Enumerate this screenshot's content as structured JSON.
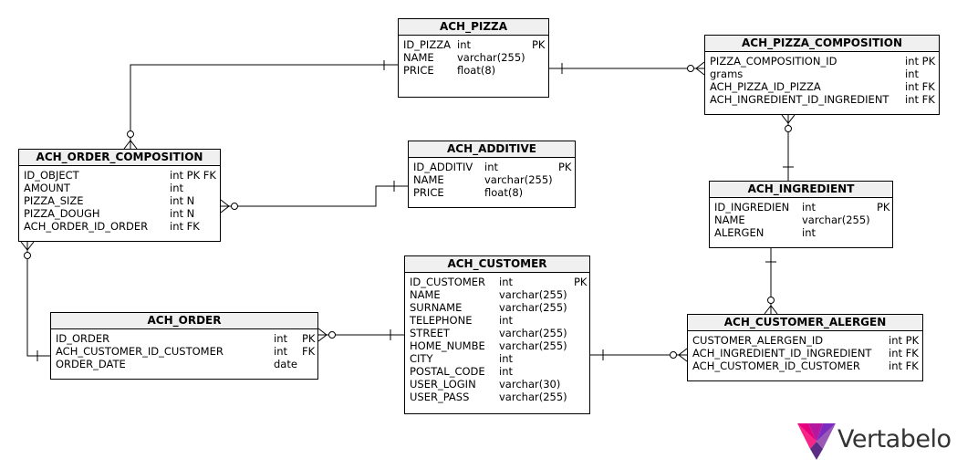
{
  "tables": {
    "ach_pizza": {
      "title": "ACH_PIZZA",
      "rows": [
        {
          "name": "ID_PIZZA",
          "type": "int",
          "key": "PK"
        },
        {
          "name": "NAME",
          "type": "varchar(255)",
          "key": ""
        },
        {
          "name": "PRICE",
          "type": "float(8)",
          "key": ""
        }
      ]
    },
    "ach_pizza_composition": {
      "title": "ACH_PIZZA_COMPOSITION",
      "rows": [
        {
          "name": "PIZZA_COMPOSITION_ID",
          "type": "int PK",
          "key": ""
        },
        {
          "name": "grams",
          "type": "int",
          "key": ""
        },
        {
          "name": "ACH_PIZZA_ID_PIZZA",
          "type": "int FK",
          "key": ""
        },
        {
          "name": "ACH_INGREDIENT_ID_INGREDIENT",
          "type": "int FK",
          "key": ""
        }
      ]
    },
    "ach_order_composition": {
      "title": "ACH_ORDER_COMPOSITION",
      "rows": [
        {
          "name": "ID_OBJECT",
          "type": "int PK FK",
          "key": ""
        },
        {
          "name": "AMOUNT",
          "type": "int",
          "key": ""
        },
        {
          "name": "PIZZA_SIZE",
          "type": "int N",
          "key": ""
        },
        {
          "name": "PIZZA_DOUGH",
          "type": "int N",
          "key": ""
        },
        {
          "name": "ACH_ORDER_ID_ORDER",
          "type": "int FK",
          "key": ""
        }
      ]
    },
    "ach_additive": {
      "title": "ACH_ADDITIVE",
      "rows": [
        {
          "name": "ID_ADDITIV",
          "type": "int",
          "key": "PK"
        },
        {
          "name": "NAME",
          "type": "varchar(255)",
          "key": ""
        },
        {
          "name": "PRICE",
          "type": "float(8)",
          "key": ""
        }
      ]
    },
    "ach_ingredient": {
      "title": "ACH_INGREDIENT",
      "rows": [
        {
          "name": "ID_INGREDIEN",
          "type": "int",
          "key": "PK"
        },
        {
          "name": "NAME",
          "type": "varchar(255)",
          "key": ""
        },
        {
          "name": "ALERGEN",
          "type": "int",
          "key": ""
        }
      ]
    },
    "ach_customer": {
      "title": "ACH_CUSTOMER",
      "rows": [
        {
          "name": "ID_CUSTOMER",
          "type": "int",
          "key": "PK"
        },
        {
          "name": "NAME",
          "type": "varchar(255)",
          "key": ""
        },
        {
          "name": "SURNAME",
          "type": "varchar(255)",
          "key": ""
        },
        {
          "name": "TELEPHONE",
          "type": "int",
          "key": ""
        },
        {
          "name": "STREET",
          "type": "varchar(255)",
          "key": ""
        },
        {
          "name": "HOME_NUMBE",
          "type": "varchar(255)",
          "key": ""
        },
        {
          "name": "CITY",
          "type": "int",
          "key": ""
        },
        {
          "name": "POSTAL_CODE",
          "type": "int",
          "key": ""
        },
        {
          "name": "USER_LOGIN",
          "type": "varchar(30)",
          "key": ""
        },
        {
          "name": "USER_PASS",
          "type": "varchar(255)",
          "key": ""
        }
      ]
    },
    "ach_order": {
      "title": "ACH_ORDER",
      "rows": [
        {
          "name": "ID_ORDER",
          "type": "int",
          "key": "PK"
        },
        {
          "name": "ACH_CUSTOMER_ID_CUSTOMER",
          "type": "int",
          "key": "FK"
        },
        {
          "name": "ORDER_DATE",
          "type": "date",
          "key": ""
        }
      ]
    },
    "ach_customer_alergen": {
      "title": "ACH_CUSTOMER_ALERGEN",
      "rows": [
        {
          "name": "CUSTOMER_ALERGEN_ID",
          "type": "int PK",
          "key": ""
        },
        {
          "name": "ACH_INGREDIENT_ID_INGREDIENT",
          "type": "int FK",
          "key": ""
        },
        {
          "name": "ACH_CUSTOMER_ID_CUSTOMER",
          "type": "int FK",
          "key": ""
        }
      ]
    }
  },
  "logo": {
    "text": "Vertabelo",
    "colors": [
      "#e6007e",
      "#8a2be2",
      "#5b2c83",
      "#9b59b6"
    ]
  }
}
